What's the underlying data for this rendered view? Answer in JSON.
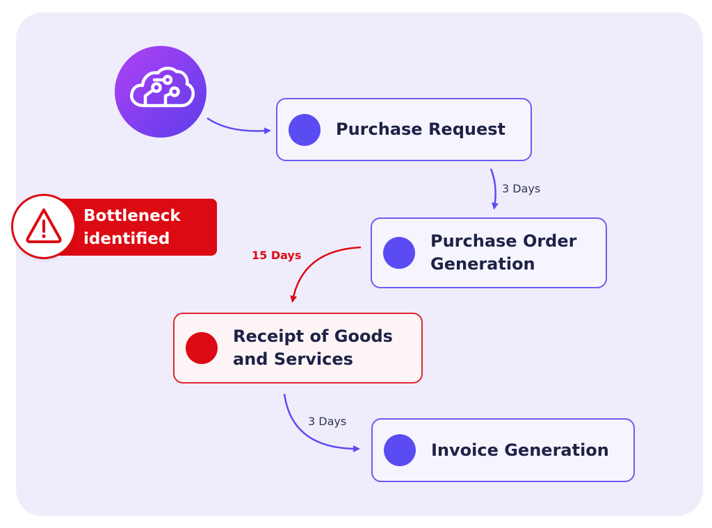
{
  "nodes": {
    "purchase_request": "Purchase Request",
    "purchase_order_generation": [
      "Purchase Order",
      "Generation"
    ],
    "receipt_of_goods": [
      "Receipt of Goods",
      "and Services"
    ],
    "invoice_generation": "Invoice Generation"
  },
  "edges": {
    "pr_to_po": "3 Days",
    "po_to_rg": "15 Days",
    "rg_to_ig": "3 Days"
  },
  "alert": {
    "lines": [
      "Bottleneck",
      "identified"
    ]
  },
  "icons": {
    "logo": "cloud-circuit-icon",
    "alert": "warning-triangle-icon"
  },
  "colors": {
    "background": "#efedfb",
    "accent": "#5b4bf2",
    "danger": "#dc0a12",
    "text": "#1e2246"
  }
}
